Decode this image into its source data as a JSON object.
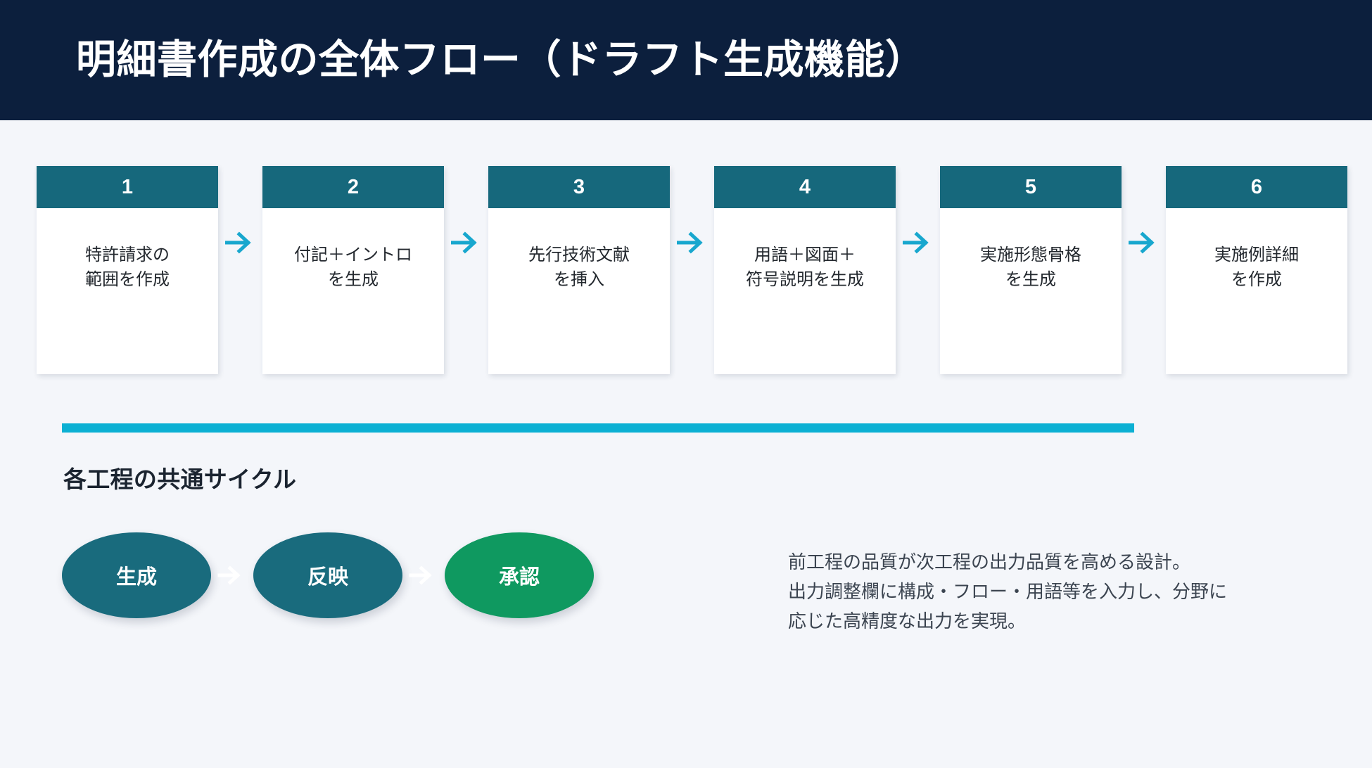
{
  "header": {
    "title": "明細書作成の全体フロー（ドラフト生成機能）",
    "bg_color": "#0c1f3d",
    "text_color": "#ffffff"
  },
  "theme": {
    "background": "#f4f6fa",
    "teal": "#16687c",
    "cyan": "#0bb0d3",
    "arrow_cyan": "#18a7ce",
    "green": "#0f9960",
    "card_bg": "#ffffff",
    "body_text": "#23282e"
  },
  "steps": {
    "arrow_glyph": "→",
    "items": [
      {
        "number": "1",
        "label": "特許請求の\n範囲を作成"
      },
      {
        "number": "2",
        "label": "付記＋イントロ\nを生成"
      },
      {
        "number": "3",
        "label": "先行技術文献\nを挿入"
      },
      {
        "number": "4",
        "label": "用語＋図面＋\n符号説明を生成"
      },
      {
        "number": "5",
        "label": "実施形態骨格\nを生成"
      },
      {
        "number": "6",
        "label": "実施例詳細\nを作成"
      }
    ]
  },
  "cycle": {
    "section_title": "各工程の共通サイクル",
    "arrow_glyph": "→",
    "nodes": [
      {
        "label": "生成",
        "color": "#196b7d"
      },
      {
        "label": "反映",
        "color": "#196b7d"
      },
      {
        "label": "承認",
        "color": "#0f9960"
      }
    ],
    "note": "前工程の品質が次工程の出力品質を高める設計。\n出力調整欄に構成・フロー・用語等を入力し、分野に\n応じた高精度な出力を実現。"
  }
}
